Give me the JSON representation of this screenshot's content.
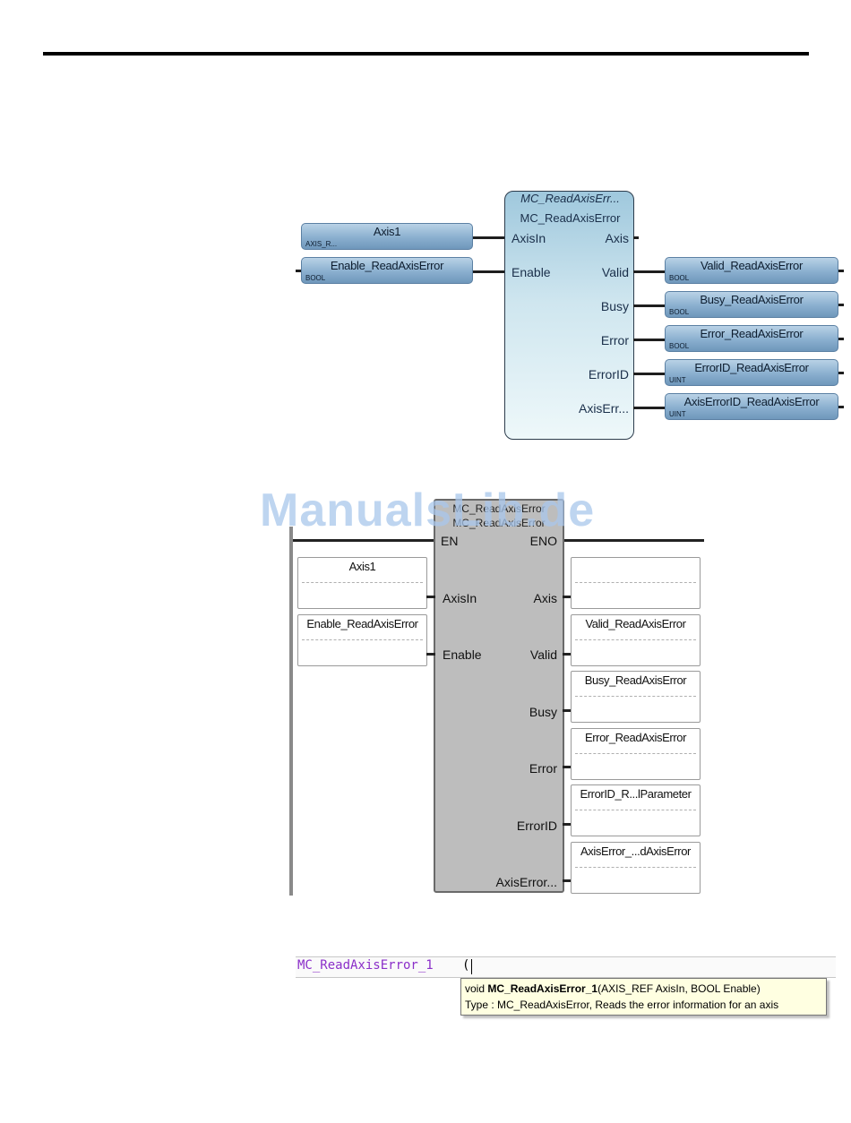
{
  "fbd": {
    "block_instance": "MC_ReadAxisErr...",
    "block_type": "MC_ReadAxisError",
    "inputs": [
      "AxisIn",
      "Enable"
    ],
    "outputs": [
      "Axis",
      "Valid",
      "Busy",
      "Error",
      "ErrorID",
      "AxisErr..."
    ],
    "input_vars": [
      {
        "name": "Axis1",
        "type": "AXIS_R..."
      },
      {
        "name": "Enable_ReadAxisError",
        "type": "BOOL"
      }
    ],
    "output_vars": [
      {
        "name": "Valid_ReadAxisError",
        "type": "BOOL"
      },
      {
        "name": "Busy_ReadAxisError",
        "type": "BOOL"
      },
      {
        "name": "Error_ReadAxisError",
        "type": "BOOL"
      },
      {
        "name": "ErrorID_ReadAxisError",
        "type": "UINT"
      },
      {
        "name": "AxisErrorID_ReadAxisError",
        "type": "UINT"
      }
    ]
  },
  "ld": {
    "block_instance": "MC_ReadAxisError",
    "block_type": "MC_ReadAxisError",
    "en": "EN",
    "eno": "ENO",
    "inputs": [
      "AxisIn",
      "Enable"
    ],
    "outputs": [
      "Axis",
      "Valid",
      "Busy",
      "Error",
      "ErrorID",
      "AxisError..."
    ],
    "input_vars": [
      "Axis1",
      "Enable_ReadAxisError"
    ],
    "output_vars": [
      "",
      "Valid_ReadAxisError",
      "Busy_ReadAxisError",
      "Error_ReadAxisError",
      "ErrorID_R...lParameter",
      "AxisError_...dAxisError"
    ]
  },
  "watermark": "ManualsLib.de",
  "st": {
    "code": "MC_ReadAxisError_1",
    "paren": "(",
    "tooltip_void": "void ",
    "tooltip_name": "MC_ReadAxisError_1",
    "tooltip_sig": "(AXIS_REF AxisIn, BOOL Enable)",
    "tooltip_type": "Type : MC_ReadAxisError, Reads the error information for an axis"
  }
}
